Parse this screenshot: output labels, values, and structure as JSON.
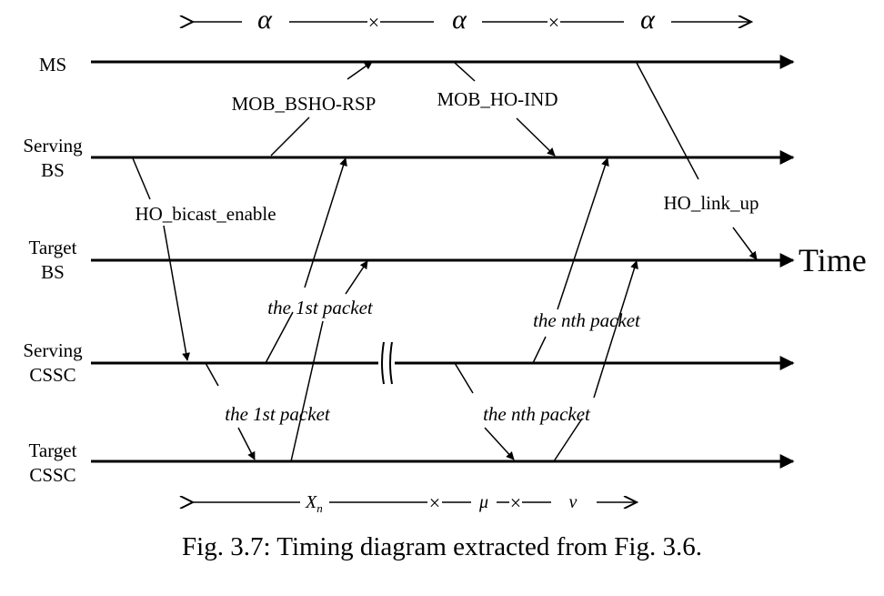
{
  "lanes": {
    "ms": {
      "line1": "MS",
      "line2": ""
    },
    "serving_bs": {
      "line1": "Serving",
      "line2": "BS"
    },
    "target_bs": {
      "line1": "Target",
      "line2": "BS"
    },
    "serving_cssc": {
      "line1": "Serving",
      "line2": "CSSC"
    },
    "target_cssc": {
      "line1": "Target",
      "line2": "CSSC"
    }
  },
  "time_label": "Time",
  "messages": {
    "mob_bsho_rsp": "MOB_BSHO-RSP",
    "mob_ho_ind": "MOB_HO-IND",
    "ho_bicast_enable": "HO_bicast_enable",
    "ho_link_up": "HO_link_up",
    "first_packet_upper": "the 1st packet",
    "nth_packet_upper": "the nth packet",
    "first_packet_lower": "the 1st packet",
    "nth_packet_lower": "the nth packet"
  },
  "intervals": {
    "top": [
      "α",
      "α",
      "α"
    ],
    "bottom": {
      "xn": "X",
      "xn_sub": "n",
      "mu": "μ",
      "nu": "ν"
    }
  },
  "caption": "Fig. 3.7: Timing diagram extracted from Fig. 3.6."
}
